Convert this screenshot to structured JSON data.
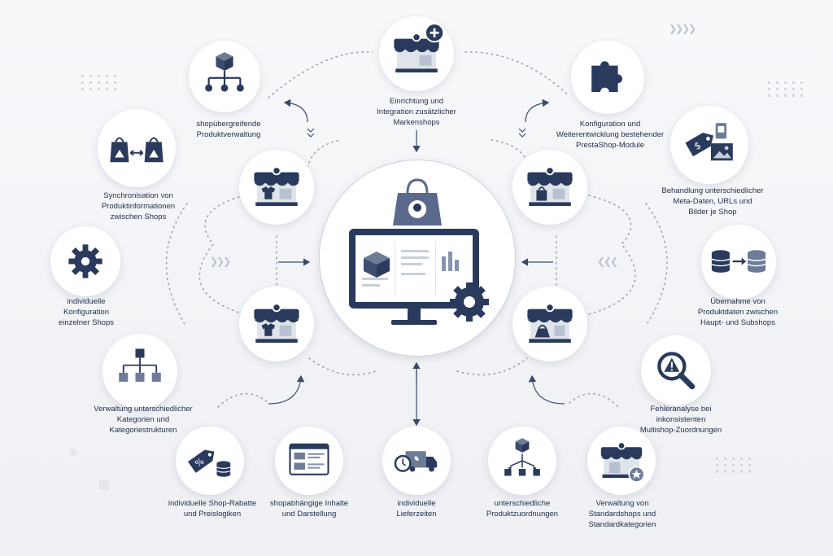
{
  "colors": {
    "navy": "#2a3a5c",
    "slate": "#6e7c98",
    "light": "#eef1f6",
    "accent": "#8894ad"
  },
  "center": {
    "icons": [
      "shopping-bag-icon",
      "monitor-icon",
      "gear-icon",
      "box-icon"
    ]
  },
  "features": [
    {
      "key": "f1",
      "icon": "hierarchy-cube-icon",
      "lines": [
        "shopübergreifende",
        "Produktverwaltung"
      ]
    },
    {
      "key": "f2",
      "icon": "store-plus-icon",
      "lines": [
        "Einrichtung und",
        "Integration zusätzlicher",
        "Markenshops"
      ]
    },
    {
      "key": "f3",
      "icon": "puzzle-icon",
      "lines": [
        "Konfiguration und",
        "Weiterentwicklung bestehender",
        "PrestaShop-Module"
      ]
    },
    {
      "key": "f4",
      "icon": "sync-bags-icon",
      "lines": [
        "Synchronisation von",
        "Produktinformationen",
        "zwischen Shops"
      ]
    },
    {
      "key": "f5",
      "icon": "price-tag-image-icon",
      "lines": [
        "Behandlung unterschiedlicher",
        "Meta-Daten, URLs und",
        "Bilder je Shop"
      ]
    },
    {
      "key": "f6",
      "icon": "gear-icon",
      "lines": [
        "individuelle",
        "Konfiguration",
        "einzelner Shops"
      ]
    },
    {
      "key": "f7",
      "icon": "database-transfer-icon",
      "lines": [
        "Übernahme von",
        "Produktdaten zwischen",
        "Haupt- und Subshops"
      ]
    },
    {
      "key": "f8",
      "icon": "category-tree-icon",
      "lines": [
        "Verwaltung unterschiedlicher",
        "Kategorien und",
        "Kategoriestrukturen"
      ]
    },
    {
      "key": "f9",
      "icon": "warning-magnifier-icon",
      "lines": [
        "Fehleranalyse bei",
        "inkonsistenten",
        "Multishop-Zuordnungen"
      ]
    },
    {
      "key": "f10",
      "icon": "discount-tag-icon",
      "lines": [
        "individuelle Shop-Rabatte",
        "und Preislogiken"
      ]
    },
    {
      "key": "f11",
      "icon": "content-layout-icon",
      "lines": [
        "shopabhängige Inhalte",
        "und Darstellung"
      ]
    },
    {
      "key": "f12",
      "icon": "delivery-truck-icon",
      "lines": [
        "individuelle",
        "Lieferzeiten"
      ]
    },
    {
      "key": "f13",
      "icon": "product-mapping-icon",
      "lines": [
        "unterschiedliche",
        "Produktzuordnungen"
      ]
    },
    {
      "key": "f14",
      "icon": "store-star-icon",
      "lines": [
        "Verwaltung von",
        "Standardshops und",
        "Standardkategorien"
      ]
    }
  ],
  "shops": [
    {
      "key": "s1",
      "icon": "store-shirt-icon"
    },
    {
      "key": "s2",
      "icon": "store-bag-icon"
    },
    {
      "key": "s3",
      "icon": "store-shirt-icon"
    },
    {
      "key": "s4",
      "icon": "store-handbag-icon"
    }
  ]
}
